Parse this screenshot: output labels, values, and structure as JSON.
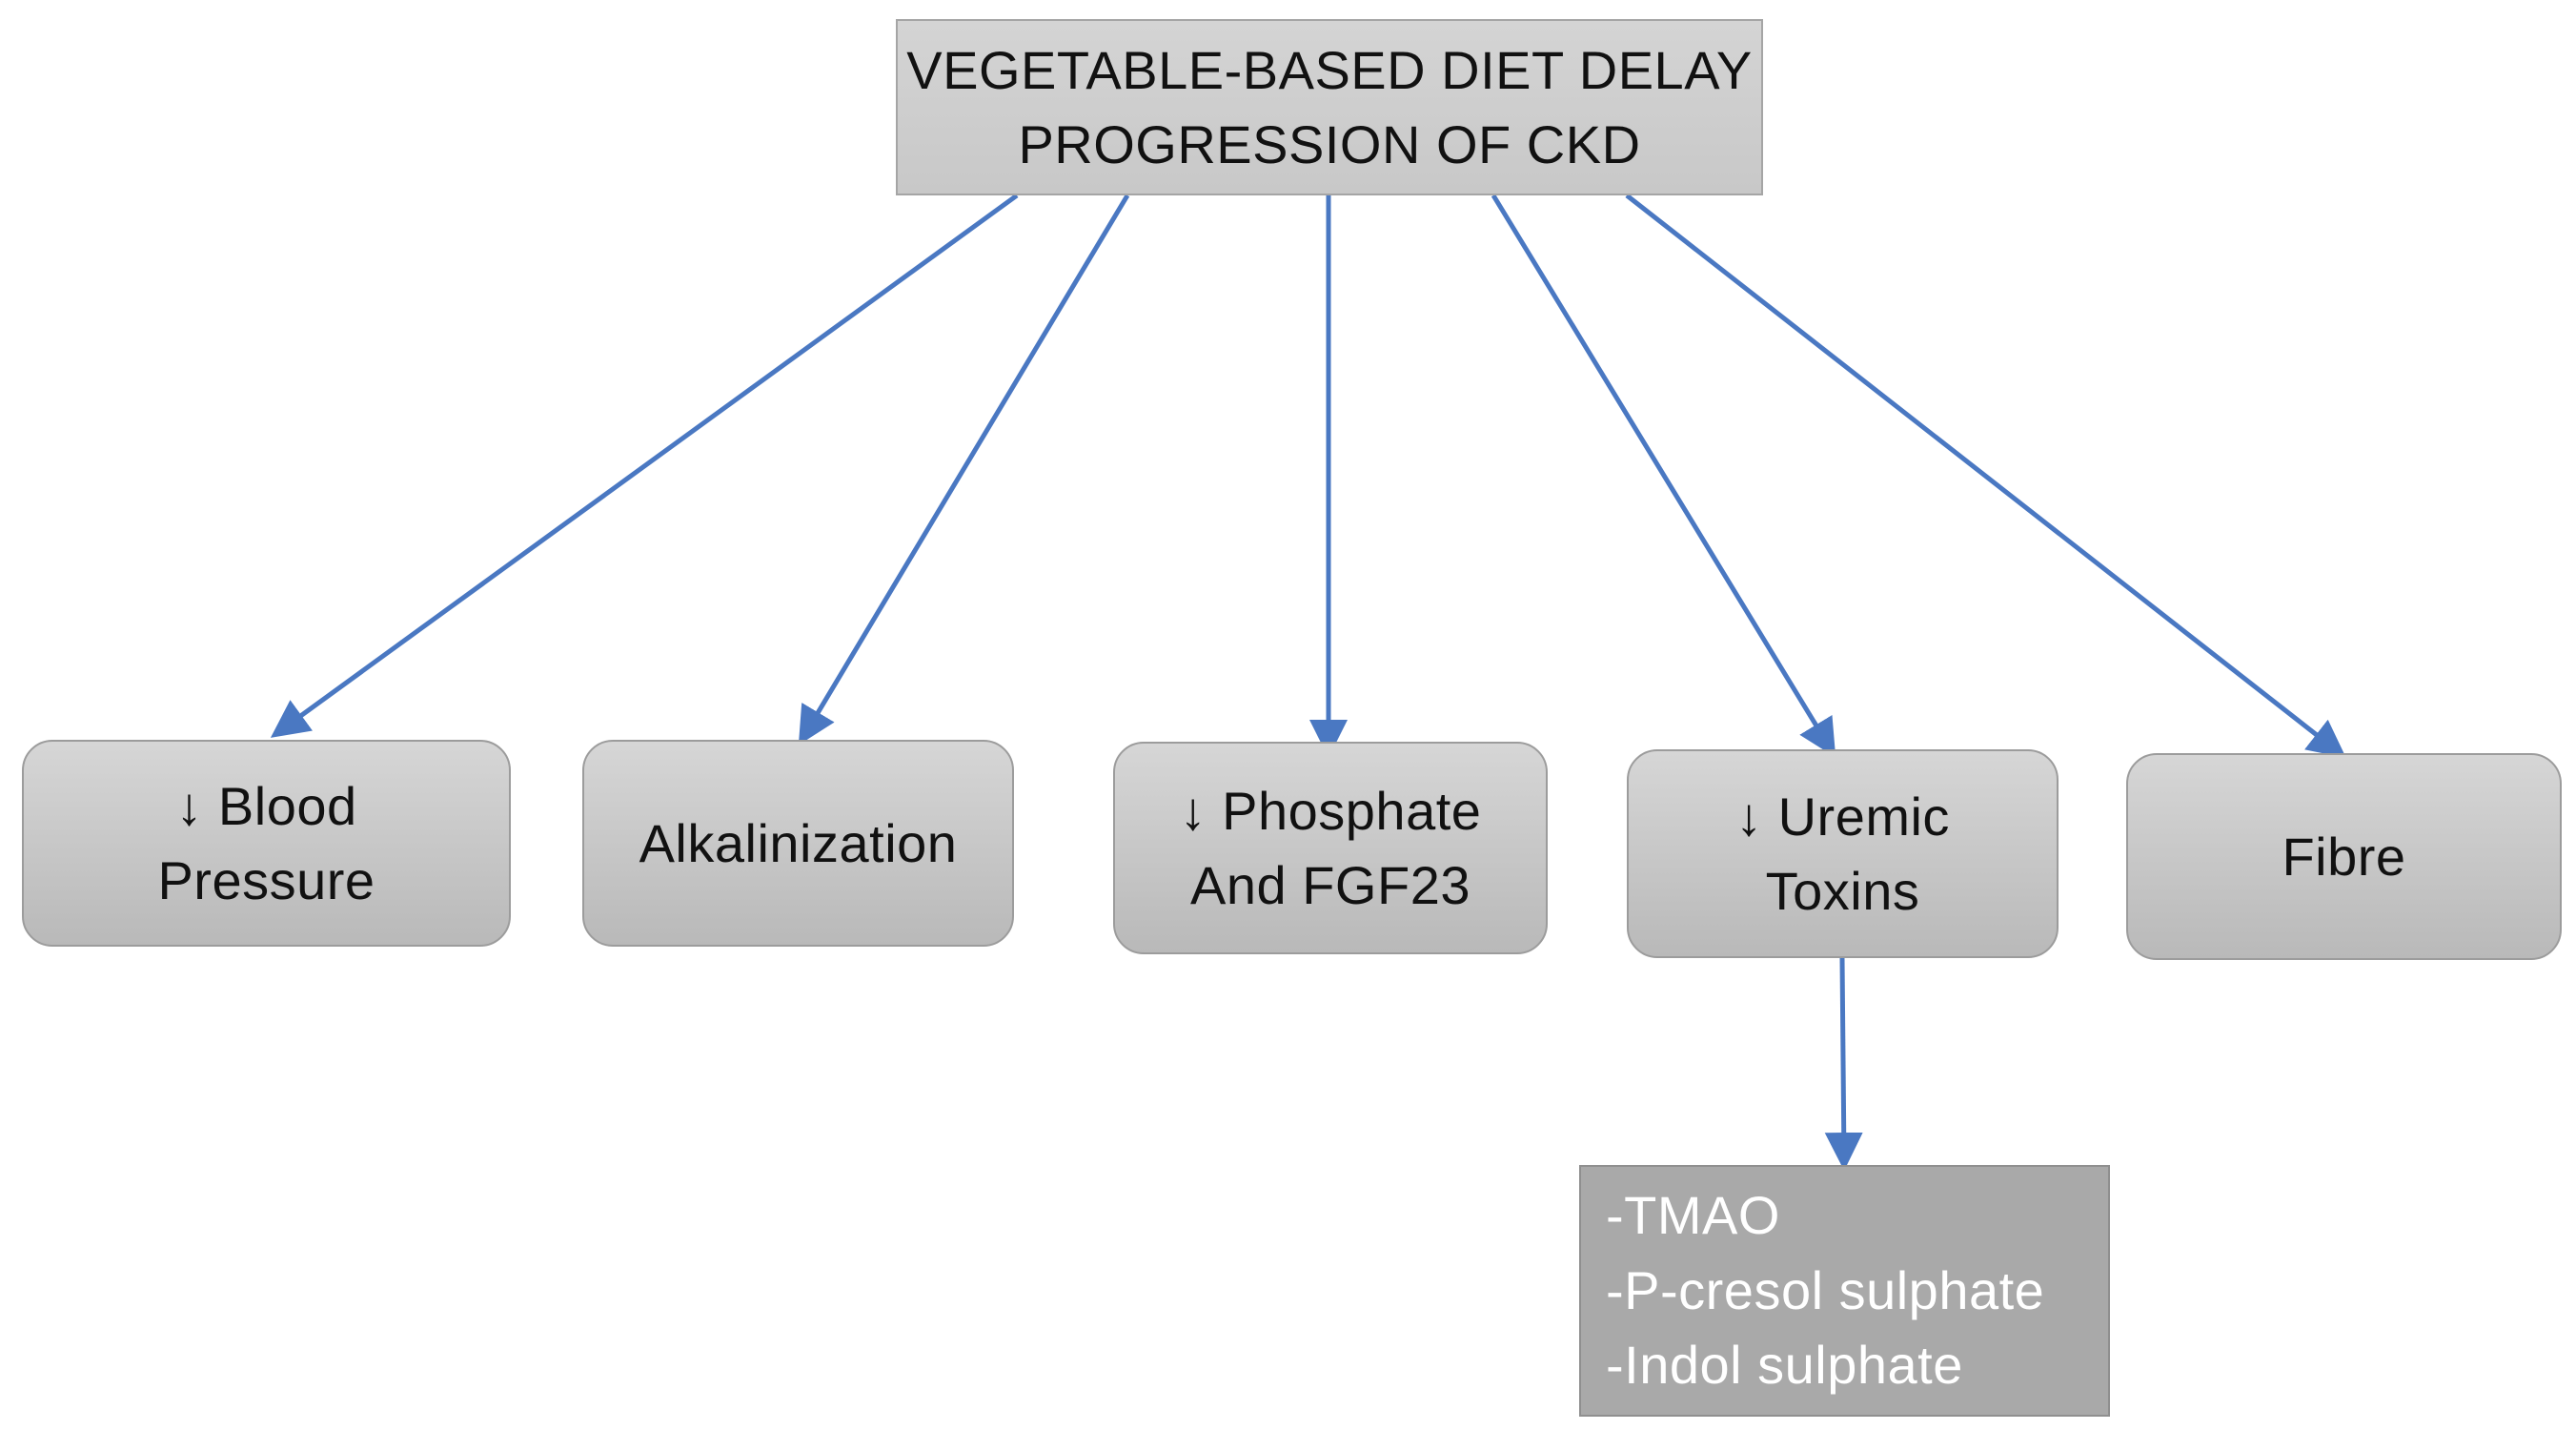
{
  "diagram": {
    "root": {
      "lines": [
        "VEGETABLE-BASED DIET DELAY",
        "PROGRESSION OF CKD"
      ]
    },
    "effects": [
      {
        "id": "blood-pressure",
        "lines": [
          "↓ Blood",
          "Pressure"
        ]
      },
      {
        "id": "alkalinization",
        "lines": [
          "Alkalinization"
        ]
      },
      {
        "id": "phosphate",
        "lines": [
          "↓ Phosphate",
          "And FGF23"
        ]
      },
      {
        "id": "uremic-toxins",
        "lines": [
          "↓ Uremic",
          "Toxins"
        ]
      },
      {
        "id": "fibre",
        "lines": [
          "Fibre"
        ]
      }
    ],
    "uremic_toxin_list": {
      "lines": [
        "-TMAO",
        "-P-cresol sulphate",
        "-Indol sulphate"
      ]
    },
    "colors": {
      "arrow": "#4a78c2",
      "box_fill": "#c8c8c8",
      "detail_fill": "#a9a9a9",
      "detail_text": "#ffffff"
    }
  }
}
